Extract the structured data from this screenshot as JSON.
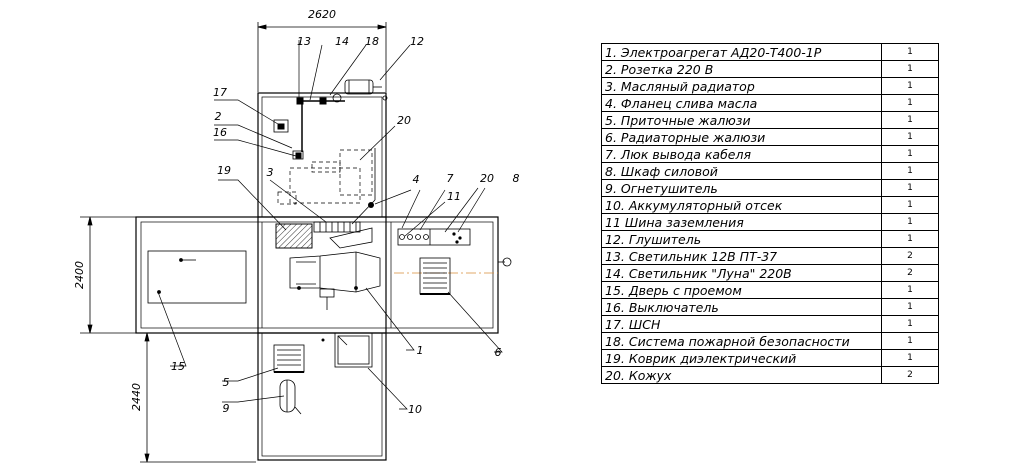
{
  "dimensions": {
    "width_label": "2620",
    "height_label": "2400",
    "extension_label": "2440"
  },
  "callouts": [
    "13",
    "14",
    "18",
    "12",
    "17",
    "2",
    "16",
    "20",
    "19",
    "3",
    "4",
    "7",
    "20",
    "8",
    "11",
    "5",
    "9",
    "15",
    "1",
    "6",
    "10"
  ],
  "legend": {
    "rows": [
      {
        "name": "1. Электроагрегат АД20-Т400-1Р",
        "qty": "1"
      },
      {
        "name": "2. Розетка 220 В",
        "qty": "1"
      },
      {
        "name": "3. Масляный радиатор",
        "qty": "1"
      },
      {
        "name": "4. Фланец слива масла",
        "qty": "1"
      },
      {
        "name": "5. Приточные жалюзи",
        "qty": "1"
      },
      {
        "name": "6. Радиаторные жалюзи",
        "qty": "1"
      },
      {
        "name": "7. Люк вывода кабеля",
        "qty": "1"
      },
      {
        "name": "8. Шкаф силовой",
        "qty": "1"
      },
      {
        "name": "9. Огнетушитель",
        "qty": "1"
      },
      {
        "name": "10. Аккумуляторный отсек",
        "qty": "1"
      },
      {
        "name": "11 Шина заземления",
        "qty": "1"
      },
      {
        "name": "12. Глушитель",
        "qty": "1"
      },
      {
        "name": "13. Светильник 12В ПТ-37",
        "qty": "2"
      },
      {
        "name": "14. Светильник \"Луна\" 220В",
        "qty": "2"
      },
      {
        "name": "15. Дверь с проемом",
        "qty": "1"
      },
      {
        "name": "16. Выключатель",
        "qty": "1"
      },
      {
        "name": "17. ШСН",
        "qty": "1"
      },
      {
        "name": "18. Система пожарной безопасности",
        "qty": "1"
      },
      {
        "name": "19. Коврик диэлектрический",
        "qty": "1"
      },
      {
        "name": "20. Кожух",
        "qty": "2"
      }
    ]
  }
}
